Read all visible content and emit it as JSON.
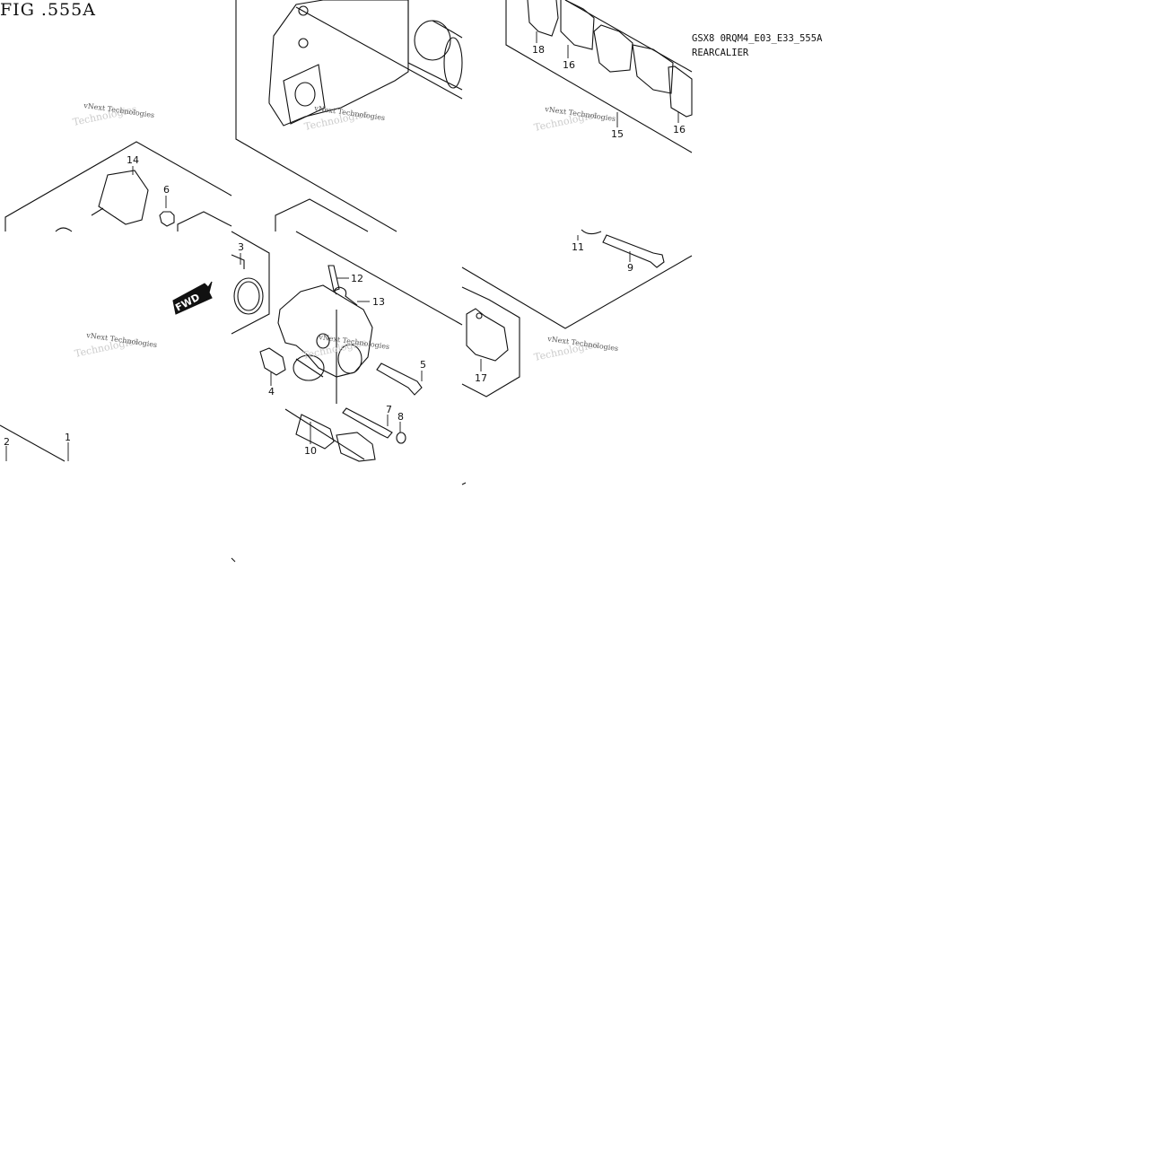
{
  "figure": {
    "title": "FIG .555A",
    "model_code": "GSX8 0RQM4_E03_E33_555A",
    "section_name": "REARCALIER"
  },
  "badge": {
    "label": "FWD"
  },
  "watermark": {
    "line1": "vNext Technologies",
    "line2": "Technologies"
  },
  "callouts": [
    {
      "id": "18",
      "label": "18"
    },
    {
      "id": "16a",
      "label": "16"
    },
    {
      "id": "15",
      "label": "15"
    },
    {
      "id": "16b",
      "label": "16"
    },
    {
      "id": "14",
      "label": "14"
    },
    {
      "id": "6",
      "label": "6"
    },
    {
      "id": "3",
      "label": "3"
    },
    {
      "id": "12",
      "label": "12"
    },
    {
      "id": "13",
      "label": "13"
    },
    {
      "id": "11",
      "label": "11"
    },
    {
      "id": "9",
      "label": "9"
    },
    {
      "id": "17",
      "label": "17"
    },
    {
      "id": "5",
      "label": "5"
    },
    {
      "id": "4",
      "label": "4"
    },
    {
      "id": "7",
      "label": "7"
    },
    {
      "id": "8",
      "label": "8"
    },
    {
      "id": "10",
      "label": "10"
    },
    {
      "id": "2",
      "label": "2"
    },
    {
      "id": "1",
      "label": "1"
    }
  ],
  "colors": {
    "ink": "#111111",
    "background": "#ffffff",
    "watermark": "#555555"
  }
}
